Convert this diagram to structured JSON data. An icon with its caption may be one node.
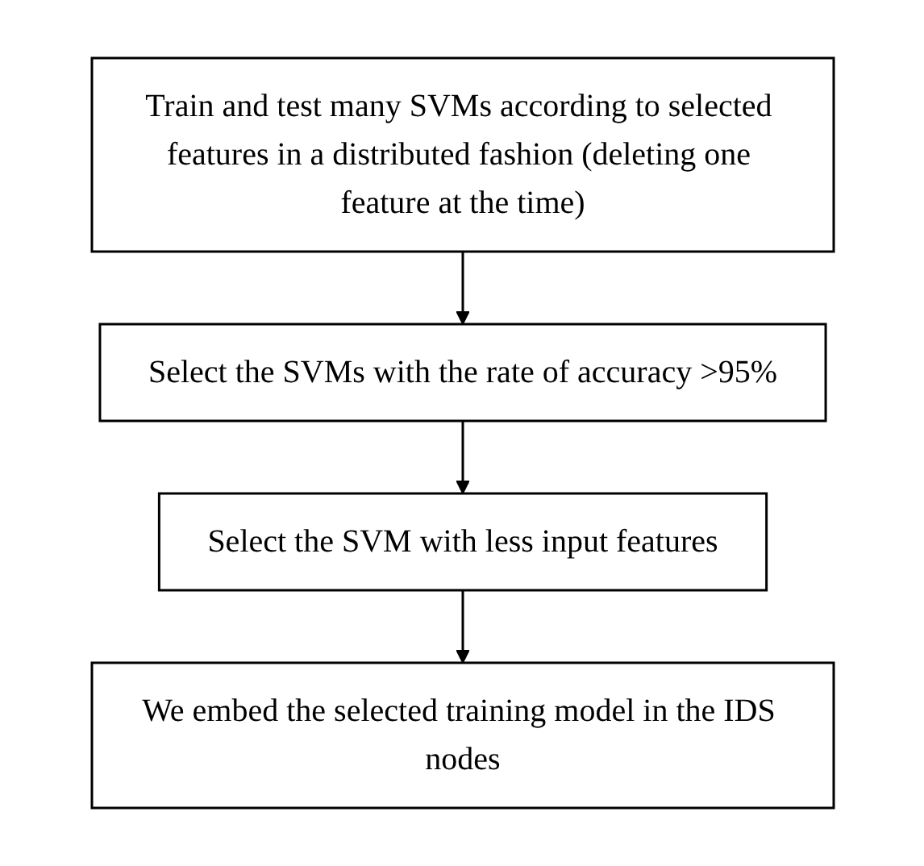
{
  "diagram": {
    "nodes": [
      {
        "text": [
          "Train and test many SVMs according to selected features in a distributed fashion (deleting one feature at the time)"
        ]
      },
      {
        "text": [
          "Select the SVMs with the rate of accuracy >95%"
        ]
      },
      {
        "text": [
          "Select the SVM with less input features"
        ]
      },
      {
        "text": [
          "We embed the selected training model in the IDS nodes"
        ]
      }
    ],
    "edges": [
      {
        "from": 0,
        "to": 1,
        "arrow": "to"
      },
      {
        "from": 1,
        "to": 2,
        "arrow": "to"
      },
      {
        "from": 2,
        "to": 3,
        "arrow": "to"
      }
    ]
  }
}
